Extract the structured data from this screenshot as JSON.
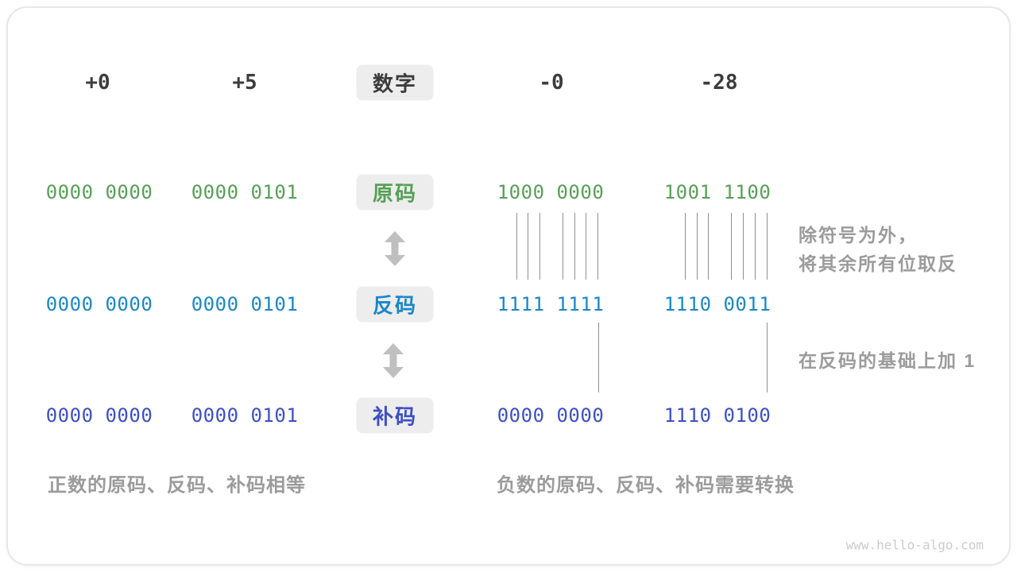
{
  "header": {
    "cells": [
      "+0",
      "+5",
      "-0",
      "-28"
    ],
    "number_label": "数字"
  },
  "rows": [
    {
      "key": "sign-magnitude",
      "label": "原码",
      "color": "#56a056",
      "values": [
        "0000 0000",
        "0000 0101",
        "1000 0000",
        "1001 1100"
      ]
    },
    {
      "key": "ones-complement",
      "label": "反码",
      "color": "#1a87c9",
      "values": [
        "0000 0000",
        "0000 0101",
        "1111 1111",
        "1110 0011"
      ]
    },
    {
      "key": "twos-complement",
      "label": "补码",
      "color": "#3d4fc6",
      "values": [
        "0000 0000",
        "0000 0101",
        "0000 0000",
        "1110 0100"
      ]
    }
  ],
  "annotations": {
    "invert_line1": "除符号为外，",
    "invert_line2": "将其余所有位取反",
    "add_one": "在反码的基础上加 1"
  },
  "captions": {
    "positive": "正数的原码、反码、补码相等",
    "negative": "负数的原码、反码、补码需要转换"
  },
  "watermark": "www.hello-algo.com",
  "colors": {
    "dark": "#3c3c3c",
    "gray": "#9b9b9b",
    "green": "#56a056",
    "blue": "#1a87c9",
    "indigo": "#3d4fc6",
    "box_bg": "#ededed"
  }
}
